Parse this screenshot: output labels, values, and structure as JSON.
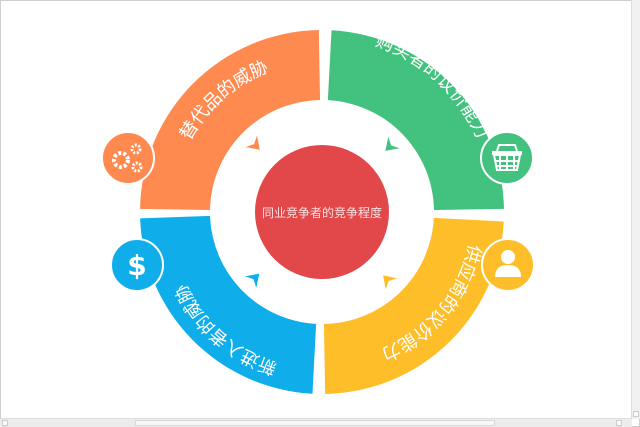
{
  "center": {
    "label": "同业竞争者的竞争程度",
    "color": "#E2474A"
  },
  "forces": [
    {
      "label": "替代品的威胁",
      "color": "#FF8A50",
      "icon": "gears-icon"
    },
    {
      "label": "购买者的议价能力",
      "color": "#42C17F",
      "icon": "shopping-basket-icon"
    },
    {
      "label": "供应商的议价能力",
      "color": "#FDBE2A",
      "icon": "user-icon"
    },
    {
      "label": "新进入者的威胁",
      "color": "#0FAEEA",
      "icon": "dollar-icon"
    }
  ]
}
